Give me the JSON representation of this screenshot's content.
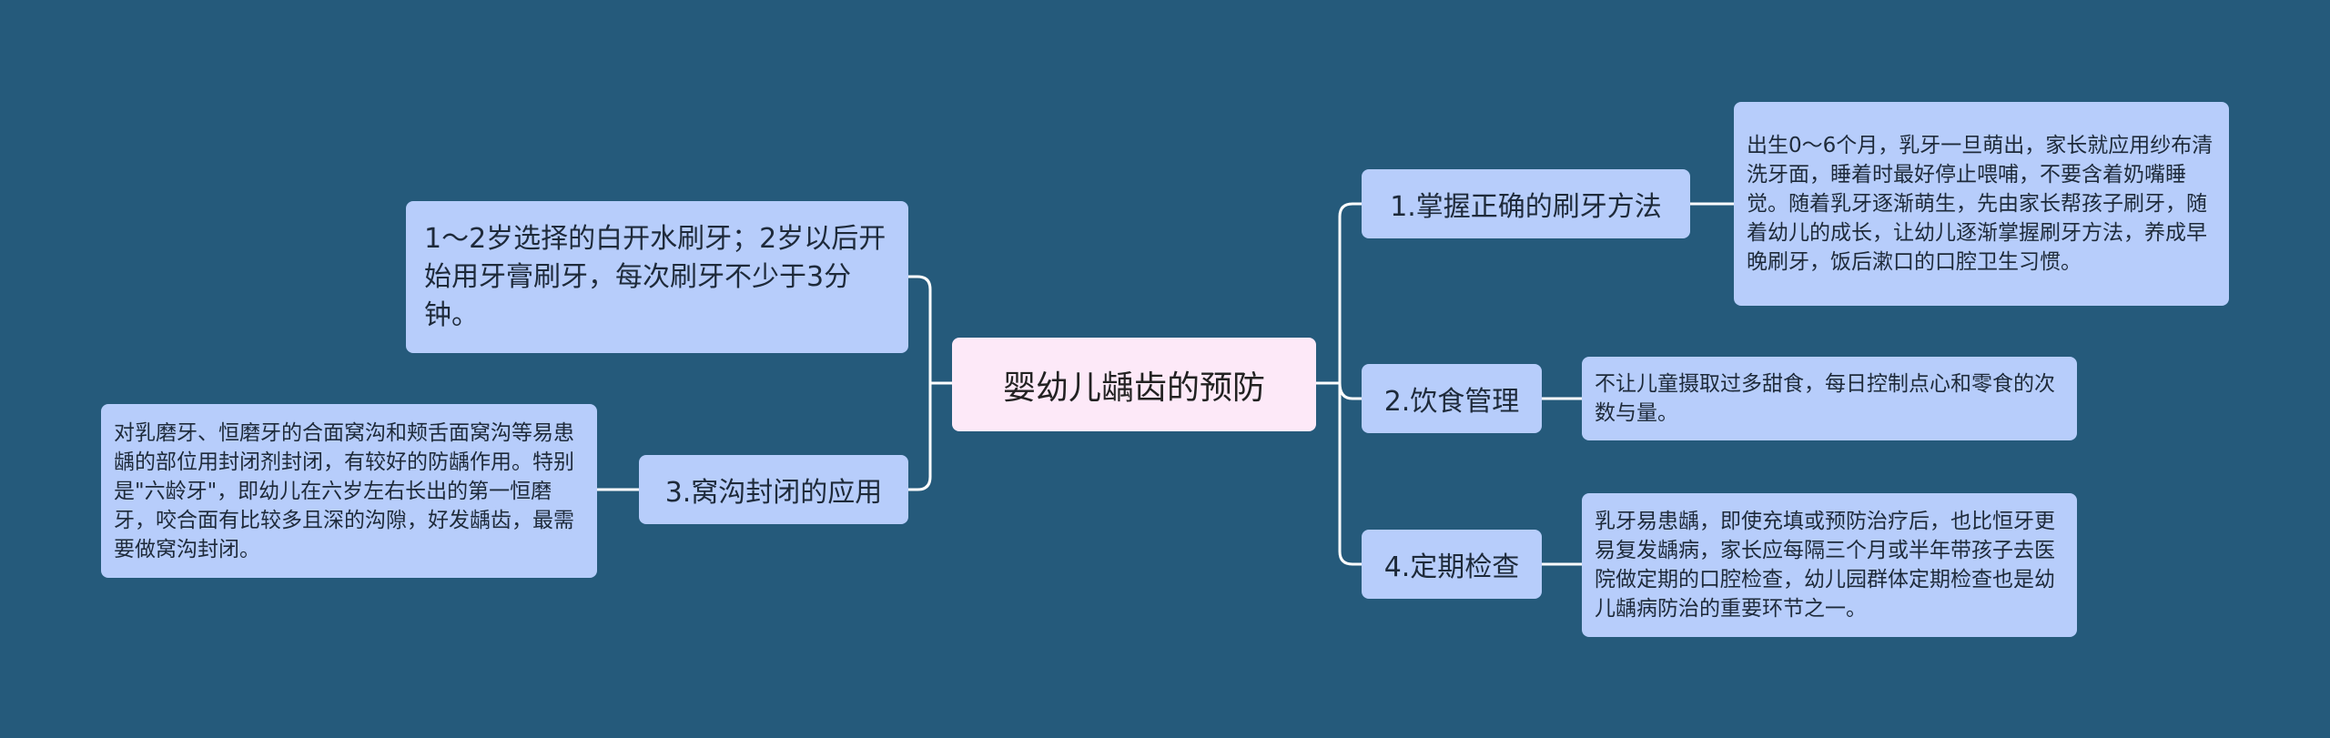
{
  "colors": {
    "background": "#255a7b",
    "node": "#b7cdfb",
    "root": "#fde9f8",
    "line": "#ffffff"
  },
  "root": {
    "label": "婴幼儿龋齿的预防"
  },
  "right": [
    {
      "label": "1.掌握正确的刷牙方法",
      "detail": "出生0～6个月，乳牙一旦萌出，家长就应用纱布清洗牙面，睡着时最好停止喂哺，不要含着奶嘴睡觉。随着乳牙逐渐萌生，先由家长帮孩子刷牙，随着幼儿的成长，让幼儿逐渐掌握刷牙方法，养成早晚刷牙，饭后漱口的口腔卫生习惯。"
    },
    {
      "label": "2.饮食管理",
      "detail": "不让儿童摄取过多甜食，每日控制点心和零食的次数与量。"
    },
    {
      "label": "4.定期检查",
      "detail": "乳牙易患龋，即使充填或预防治疗后，也比恒牙更易复发龋病，家长应每隔三个月或半年带孩子去医院做定期的口腔检查，幼儿园群体定期检查也是幼儿龋病防治的重要环节之一。"
    }
  ],
  "left": [
    {
      "label": "1～2岁选择的白开水刷牙；2岁以后开始用牙膏刷牙，每次刷牙不少于3分钟。"
    },
    {
      "label": "3.窝沟封闭的应用",
      "detail": "对乳磨牙、恒磨牙的合面窝沟和颊舌面窝沟等易患龋的部位用封闭剂封闭，有较好的防龋作用。特别是\"六龄牙\"，即幼儿在六岁左右长出的第一恒磨牙，咬合面有比较多且深的沟隙，好发龋齿，最需要做窝沟封闭。"
    }
  ]
}
